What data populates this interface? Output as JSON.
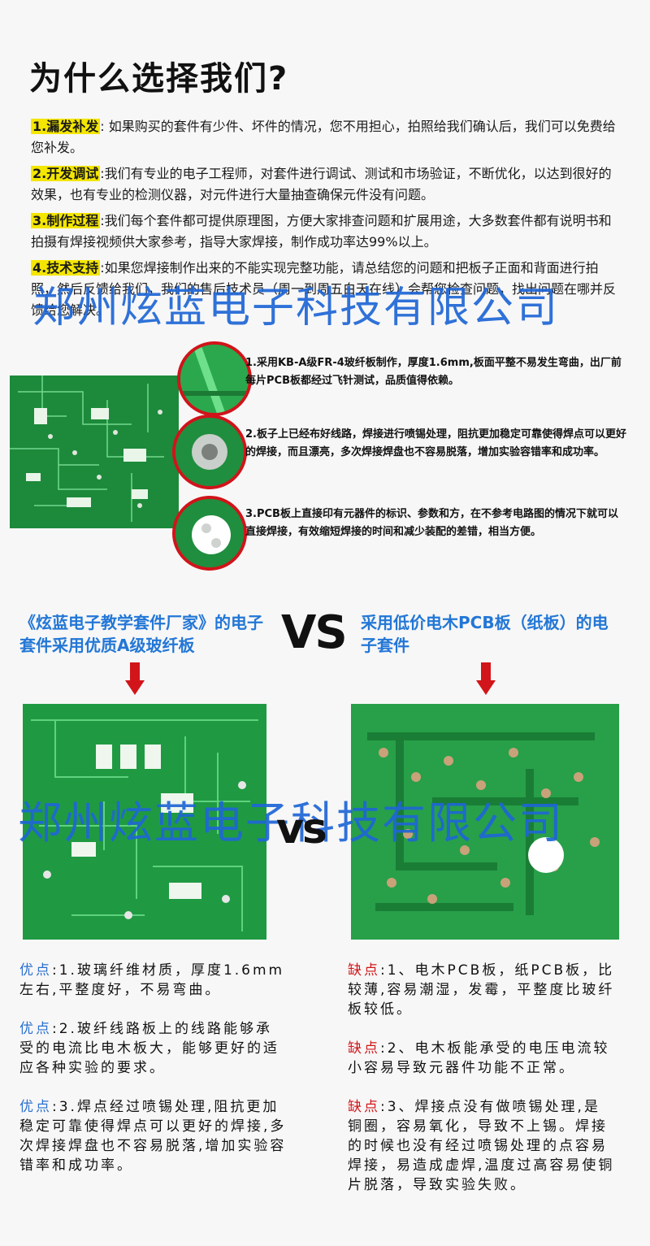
{
  "title": "为什么选择我们?",
  "reasons": [
    {
      "tag": "1.漏发补发",
      "text": ": 如果购买的套件有少件、坏件的情况，您不用担心，拍照给我们确认后，我们可以免费给您补发。"
    },
    {
      "tag": "2.开发调试",
      "text": ":我们有专业的电子工程师，对套件进行调试、测试和市场验证，不断优化，以达到很好的效果，也有专业的检测仪器，对元件进行大量抽查确保元件没有问题。"
    },
    {
      "tag": "3.制作过程",
      "text": ":我们每个套件都可提供原理图，方便大家排查问题和扩展用途，大多数套件都有说明书和拍摄有焊接视频供大家参考，指导大家焊接，制作成功率达99%以上。"
    },
    {
      "tag": "4.技术支持",
      "text": ":如果您焊接制作出来的不能实现完整功能，请总结您的问题和把板子正面和背面进行拍照，然后反馈给我们，我们的售后技术员（周一到周五白天在线）会帮您检查问题，找出问题在哪并反馈给您解决。"
    }
  ],
  "watermark": "郑州炫蓝电子科技有限公司",
  "features": [
    "1.采用KB-A级FR-4玻纤板制作，厚度1.6mm,板面平整不易发生弯曲，出厂前每片PCB板都经过飞针测试，品质值得依赖。",
    "2.板子上已经布好线路，焊接进行喷锡处理，阻抗更加稳定可靠使得焊点可以更好的焊接，而且漂亮，多次焊接焊盘也不容易脱落，增加实验容错率和成功率。",
    "3.PCB板上直接印有元器件的标识、参数和方，在不参考电路图的情况下就可以直接焊接，有效缩短焊接的时间和减少装配的差错，相当方便。"
  ],
  "compare": {
    "left_heading": "《炫蓝电子教学套件厂家》的电子套件采用优质A级玻纤板",
    "right_heading": "采用低价电木PCB板（纸板）的电子套件",
    "vs": "VS",
    "vs_small": "vs"
  },
  "pros": [
    {
      "label": "优点",
      "text": ":1.玻璃纤维材质，厚度1.6mm左右,平整度好，不易弯曲。"
    },
    {
      "label": "优点",
      "text": ":2.玻纤线路板上的线路能够承受的电流比电木板大，能够更好的适应各种实验的要求。"
    },
    {
      "label": "优点",
      "text": ":3.焊点经过喷锡处理,阻抗更加稳定可靠使得焊点可以更好的焊接,多次焊接焊盘也不容易脱落,增加实验容错率和成功率。"
    }
  ],
  "cons": [
    {
      "label": "缺点",
      "text": ":1、电木PCB板，纸PCB板，比较薄,容易潮湿，发霉，平整度比玻纤板较低。"
    },
    {
      "label": "缺点",
      "text": ":2、电木板能承受的电压电流较小容易导致元器件功能不正常。"
    },
    {
      "label": "缺点",
      "text": ":3、焊接点没有做喷锡处理,是铜圈，容易氧化，导致不上锡。焊接的时候也没有经过喷锡处理的点容易焊接，易造成虚焊,温度过高容易使铜片脱落，导致实验失败。"
    }
  ],
  "colors": {
    "accent_yellow": "#f4e600",
    "watermark_blue": "#1f66d6",
    "pcb_green": "#1e8e3e",
    "arrow_red": "#d2151a"
  }
}
